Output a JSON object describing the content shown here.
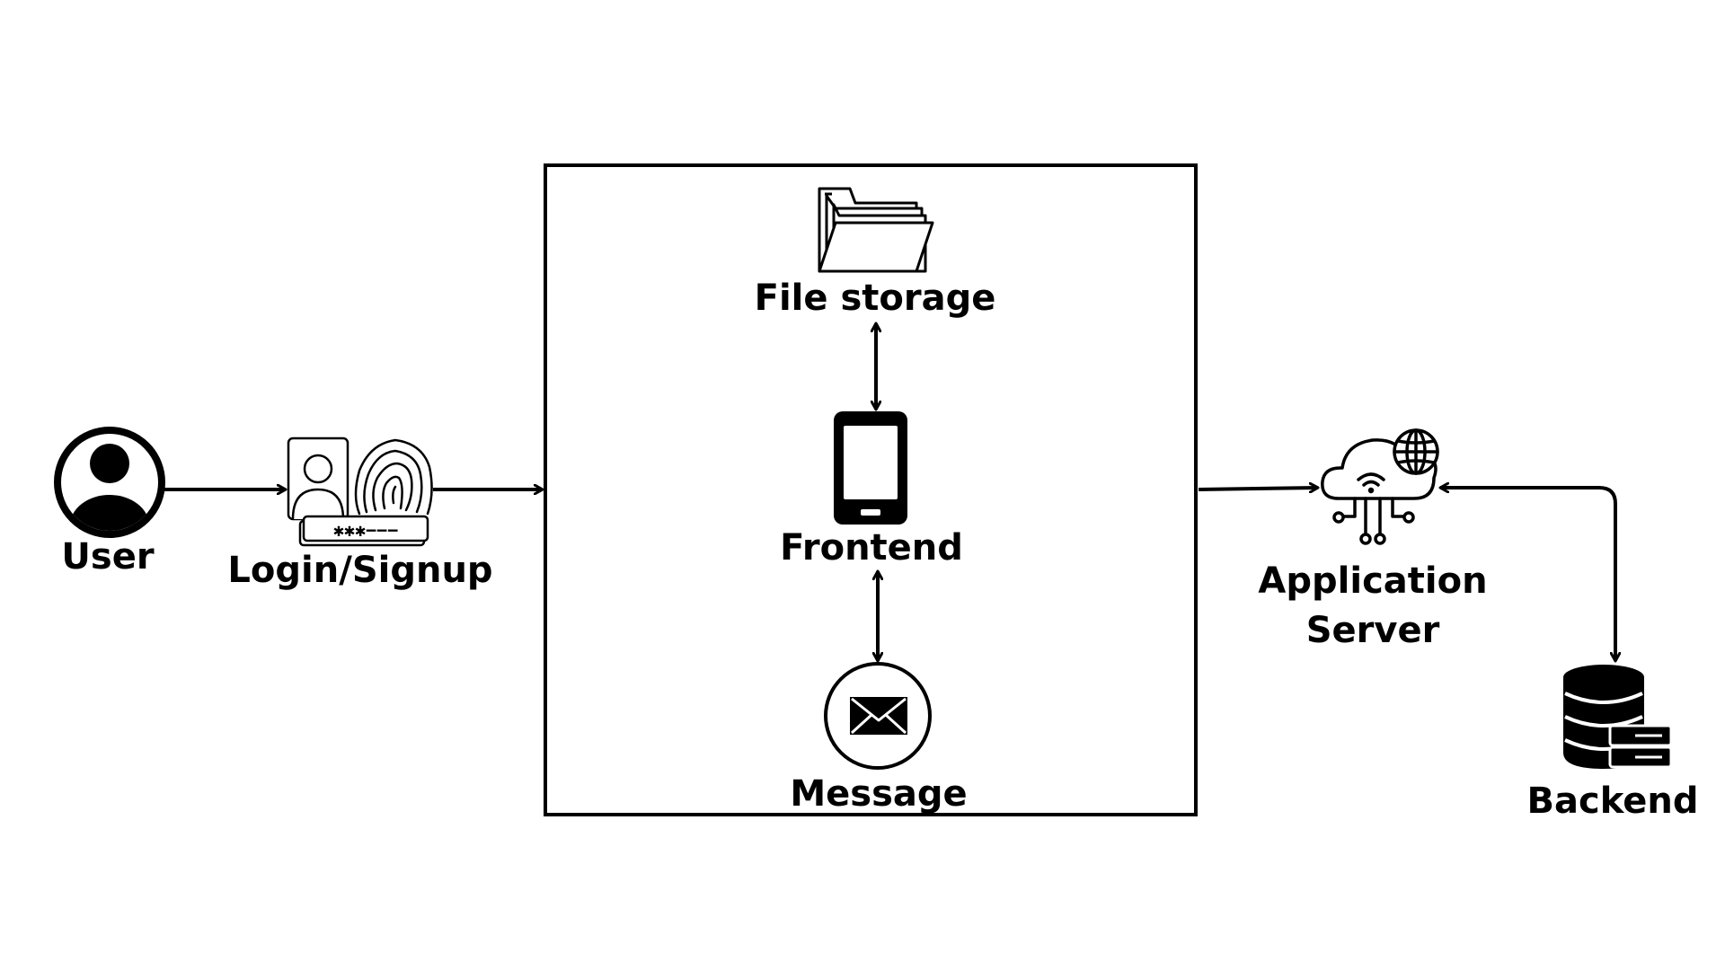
{
  "diagram": {
    "labels": {
      "user": "User",
      "login": "Login/Signup",
      "file_storage": "File storage",
      "frontend": "Frontend",
      "message": "Message",
      "app_server_line1": "Application",
      "app_server_line2": "Server",
      "backend": "Backend"
    },
    "login_password_text": "✱✱✱−−−"
  },
  "icons": {
    "user": "user-avatar-icon",
    "login": "id-card-fingerprint-password-icon",
    "file_storage": "folder-stack-icon",
    "frontend": "smartphone-icon",
    "message": "envelope-icon",
    "app_server": "cloud-network-globe-icon",
    "backend": "database-server-icon"
  },
  "colors": {
    "stroke": "#000000",
    "background": "#ffffff"
  }
}
